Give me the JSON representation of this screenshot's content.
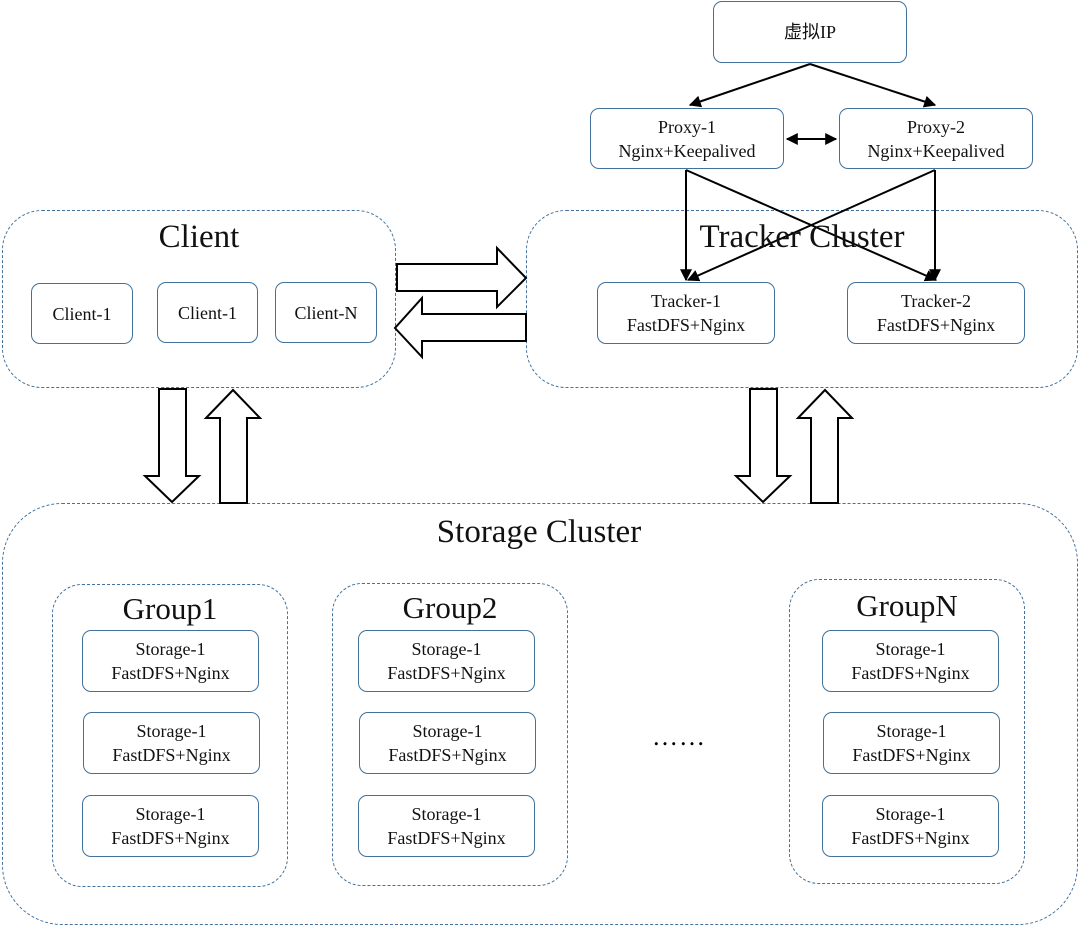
{
  "vip": {
    "label": "虚拟IP"
  },
  "proxies": [
    {
      "line1": "Proxy-1",
      "line2": "Nginx+Keepalived"
    },
    {
      "line1": "Proxy-2",
      "line2": "Nginx+Keepalived"
    }
  ],
  "client": {
    "title": "Client",
    "nodes": [
      "Client-1",
      "Client-1",
      "Client-N"
    ]
  },
  "tracker": {
    "title": "Tracker Cluster",
    "nodes": [
      {
        "line1": "Tracker-1",
        "line2": "FastDFS+Nginx"
      },
      {
        "line1": "Tracker-2",
        "line2": "FastDFS+Nginx"
      }
    ]
  },
  "storage": {
    "title": "Storage Cluster",
    "ellipsis": "……",
    "groups": [
      {
        "name": "Group1",
        "nodes": [
          {
            "line1": "Storage-1",
            "line2": "FastDFS+Nginx"
          },
          {
            "line1": "Storage-1",
            "line2": "FastDFS+Nginx"
          },
          {
            "line1": "Storage-1",
            "line2": "FastDFS+Nginx"
          }
        ]
      },
      {
        "name": "Group2",
        "nodes": [
          {
            "line1": "Storage-1",
            "line2": "FastDFS+Nginx"
          },
          {
            "line1": "Storage-1",
            "line2": "FastDFS+Nginx"
          },
          {
            "line1": "Storage-1",
            "line2": "FastDFS+Nginx"
          }
        ]
      },
      {
        "name": "GroupN",
        "nodes": [
          {
            "line1": "Storage-1",
            "line2": "FastDFS+Nginx"
          },
          {
            "line1": "Storage-1",
            "line2": "FastDFS+Nginx"
          },
          {
            "line1": "Storage-1",
            "line2": "FastDFS+Nginx"
          }
        ]
      }
    ]
  }
}
